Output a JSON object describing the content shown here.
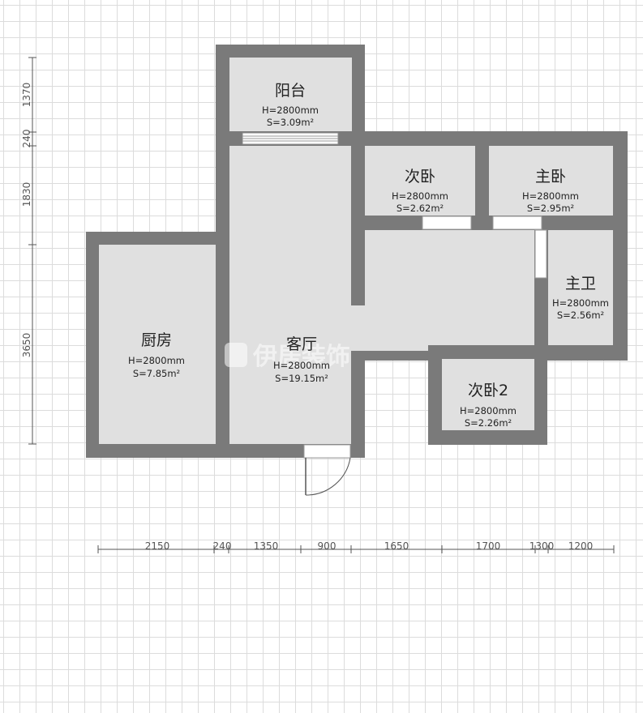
{
  "rooms": {
    "balcony": {
      "name": "阳台",
      "height": "H=2800mm",
      "area": "S=3.09m²"
    },
    "bedroom_a": {
      "name": "次卧",
      "height": "H=2800mm",
      "area": "S=2.62m²"
    },
    "master_bedroom": {
      "name": "主卧",
      "height": "H=2800mm",
      "area": "S=2.95m²"
    },
    "master_bath": {
      "name": "主卫",
      "height": "H=2800mm",
      "area": "S=2.56m²"
    },
    "kitchen": {
      "name": "厨房",
      "height": "H=2800mm",
      "area": "S=7.85m²"
    },
    "living": {
      "name": "客厅",
      "height": "H=2800mm",
      "area": "S=19.15m²"
    },
    "bedroom_b": {
      "name": "次卧2",
      "height": "H=2800mm",
      "area": "S=2.26m²"
    }
  },
  "dims_vertical": [
    "1370",
    "240",
    "1830",
    "3650"
  ],
  "dims_horizontal": [
    "2150",
    "240",
    "1350",
    "900",
    "1650",
    "1700",
    "1300",
    "1200"
  ],
  "watermark": "伊居装饰",
  "colors": {
    "wall": "#7a7a7a",
    "floor": "#e0e0e0",
    "grid": "#dcdcdc",
    "dimension": "#555555"
  }
}
